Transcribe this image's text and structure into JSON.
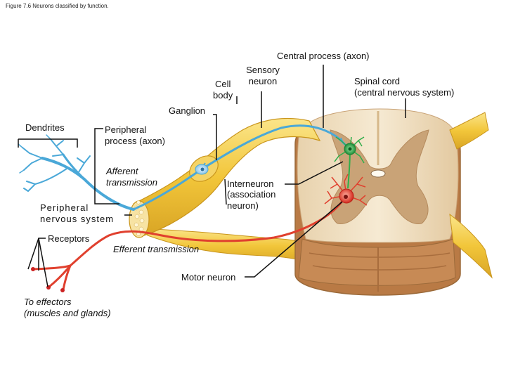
{
  "figure": {
    "caption": "Figure 7.6 Neurons classified by function."
  },
  "labels": {
    "central_process": "Central process (axon)",
    "sensory_neuron_1": "Sensory",
    "sensory_neuron_2": "neuron",
    "cell_body_1": "Cell",
    "cell_body_2": "body",
    "spinal_cord_1": "Spinal cord",
    "spinal_cord_2": "(central nervous system)",
    "ganglion": "Ganglion",
    "dendrites": "Dendrites",
    "peripheral_process_1": "Peripheral",
    "peripheral_process_2": "process (axon)",
    "afferent_1": "Afferent",
    "afferent_2": "transmission",
    "interneuron_1": "Interneuron",
    "interneuron_2": "(association",
    "interneuron_3": "neuron)",
    "pns_1": "Peripheral",
    "pns_2": "nervous system",
    "receptors": "Receptors",
    "efferent": "Efferent transmission",
    "motor_neuron": "Motor neuron",
    "effectors_1": "To effectors",
    "effectors_2": "(muscles and glands)"
  },
  "colors": {
    "nerve": "#f2c63a",
    "nerve_highlight": "#fbe58a",
    "nerve_edge": "#c9951c",
    "white_matter": "#f3e2c4",
    "gray_matter": "#c9a377",
    "cord_edge": "#9b6a3a",
    "sensory": "#4aa8d8",
    "motor": "#e0402e",
    "interneuron": "#2fae4a"
  }
}
